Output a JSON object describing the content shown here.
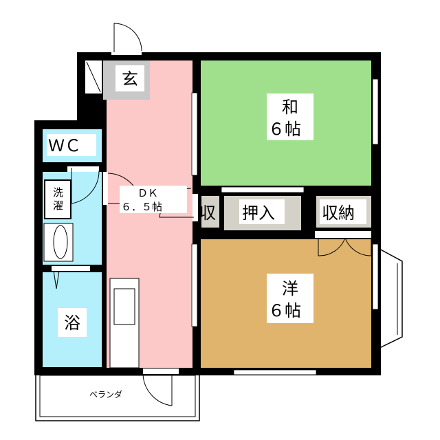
{
  "colors": {
    "wall": "#000000",
    "dk": "#fcc8c8",
    "washitsu": "#a0e08c",
    "yoshitsu": "#e0b46c",
    "wet": "#b4f0fc",
    "storage": "#d4d2c8",
    "entry": "#c8c8c8"
  },
  "rooms": {
    "entrance": {
      "label": "玄"
    },
    "washitsu": {
      "label": "和",
      "size": "６帖"
    },
    "wc": {
      "label": "ＷＣ"
    },
    "laundry": {
      "line1": "洗",
      "line2": "濯"
    },
    "dk": {
      "label": "ＤＫ",
      "size": "６．５帖"
    },
    "storage_small": {
      "label": "収"
    },
    "oshiire": {
      "label": "押入"
    },
    "shuno": {
      "label": "収納"
    },
    "yoshitsu": {
      "label": "洋",
      "size": "６帖"
    },
    "bath": {
      "label": "浴"
    },
    "veranda": {
      "label": "ベランダ"
    }
  }
}
